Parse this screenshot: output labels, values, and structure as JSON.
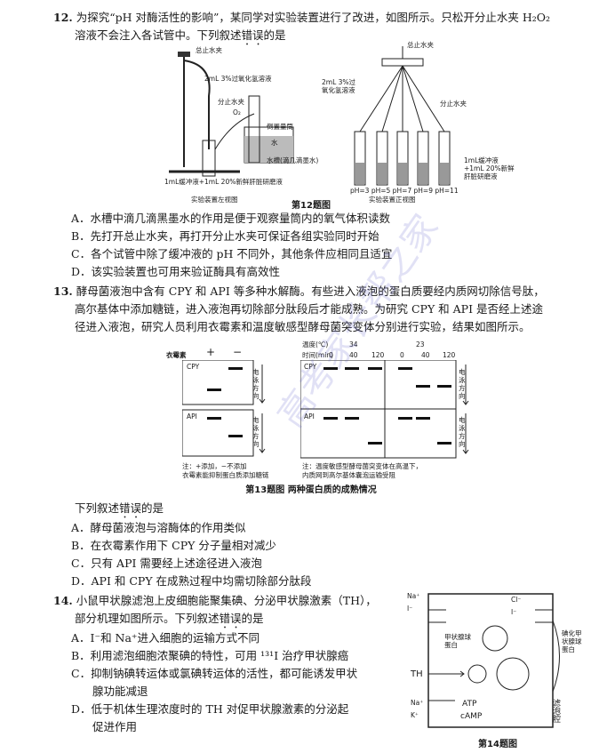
{
  "q12": {
    "num": "12.",
    "stem1": "为探究“pH 对酶活性的影响”，某同学对实验装置进行了改进，如图所示。只松开分止水夹 H₂O₂",
    "stem2": "溶液不会注入各试管中。下列叙述",
    "stem2_em": "错误",
    "stem2_end": "的是",
    "left_labels": {
      "clamp_total": "总止水夹",
      "h2o2": "2mL 3%过氧化氢溶液",
      "clamp_branch": "分止水夹",
      "o2": "O₂",
      "cylinder": "倒置量筒",
      "water": "水",
      "tank": "水槽(滴几滴墨水)",
      "bottom": "1mL缓冲液+1mL 20%新鲜肝脏研磨液",
      "caption": "实验装置左视图"
    },
    "right_labels": {
      "clamp_total": "总止水夹",
      "h2o2": "2mL 3%过氧化氢溶液",
      "clamp_branch": "分止水夹",
      "buffer": "1mL缓冲液+1mL 20%新鲜肝脏研磨液",
      "ph": "pH=3 pH=5 pH=7 pH=9 pH=11",
      "caption": "实验装置正视图"
    },
    "fig_caption": "第12题图",
    "options": [
      "A．水槽中滴几滴黑墨水的作用是便于观察量筒内的氧气体积读数",
      "B．先打开总止水夹，再打开分止水夹可保证各组实验同时开始",
      "C．各个试管中除了缓冲液的 pH 不同外，其他条件应相同且适宜",
      "D．该实验装置也可用来验证酶具有高效性"
    ]
  },
  "q13": {
    "num": "13.",
    "stem1": "酵母菌液泡中含有 CPY 和 API 等多种水解酶。有些进入液泡的蛋白质要经内质网切除信号肽，",
    "stem2": "高尔基体中添加糖链，进入液泡再切除部分肽段后才能成熟。为研究 CPY 和 API 是否经上述途",
    "stem3": "径进入液泡，研究人员利用衣霉素和温度敏感型酵母菌突变体分别进行实验，结果如图所示。",
    "fig_left": {
      "header": "衣霉素",
      "plus": "+",
      "minus": "−",
      "cpy": "CPY",
      "api": "API",
      "dir": "电泳方向",
      "note1": "注：+添加，−不添加",
      "note2": "衣霉素能抑制蛋白质添加糖链"
    },
    "fig_right": {
      "temp": "温度(℃)",
      "t1": "34",
      "t2": "23",
      "time": "时间(min)",
      "times": [
        "0",
        "40",
        "120",
        "0",
        "40",
        "120"
      ],
      "cpy": "CPY",
      "api": "API",
      "dir": "电泳方向",
      "note1": "注：温度敏感型酵母菌突变体在高温下，",
      "note2": "内质网到高尔基体囊泡运输受阻"
    },
    "fig_caption": "第13题图  两种蛋白质的成熟情况",
    "prompt_a": "下列叙述",
    "prompt_em": "错误",
    "prompt_b": "的是",
    "options": [
      "A．酵母菌液泡与溶酶体的作用类似",
      "B．在衣霉素作用下 CPY 分子量相对减少",
      "C．只有 API 需要经上述途径进入液泡",
      "D．API 和 CPY 在成熟过程中均需切除部分肽段"
    ]
  },
  "q14": {
    "num": "14.",
    "stem1": "小鼠甲状腺滤泡上皮细胞能聚集碘、分泌甲状腺激素（TH），",
    "stem2": "部分机理如图所示。下列叙述",
    "stem2_em": "错误",
    "stem2_end": "的是",
    "options": [
      "A．I⁻和 Na⁺进入细胞的运输方式不同",
      "B．利用滤泡细胞浓聚碘的特性，可用 ¹³¹I 治疗甲状腺癌",
      "C．抑制钠碘转运体或氯碘转运体的活性，都可能诱发甲状",
      "腺功能减退",
      "D．低于机体生理浓度时的 TH 对促甲状腺激素的分泌起",
      "促进作用"
    ],
    "fig": {
      "na": "Na⁺",
      "i": "I⁻",
      "cl": "Cl⁻",
      "i2": "I⁻",
      "tg": "甲状腺球蛋白",
      "iodized": "碘化甲状腺球蛋白",
      "th": "TH",
      "na2": "Na⁺",
      "k": "K⁺",
      "atp": "ATP",
      "camp": "cAMP",
      "lumen": "滤泡腔",
      "caption": "第14题图"
    }
  },
  "watermark": "高考家长帮之家"
}
